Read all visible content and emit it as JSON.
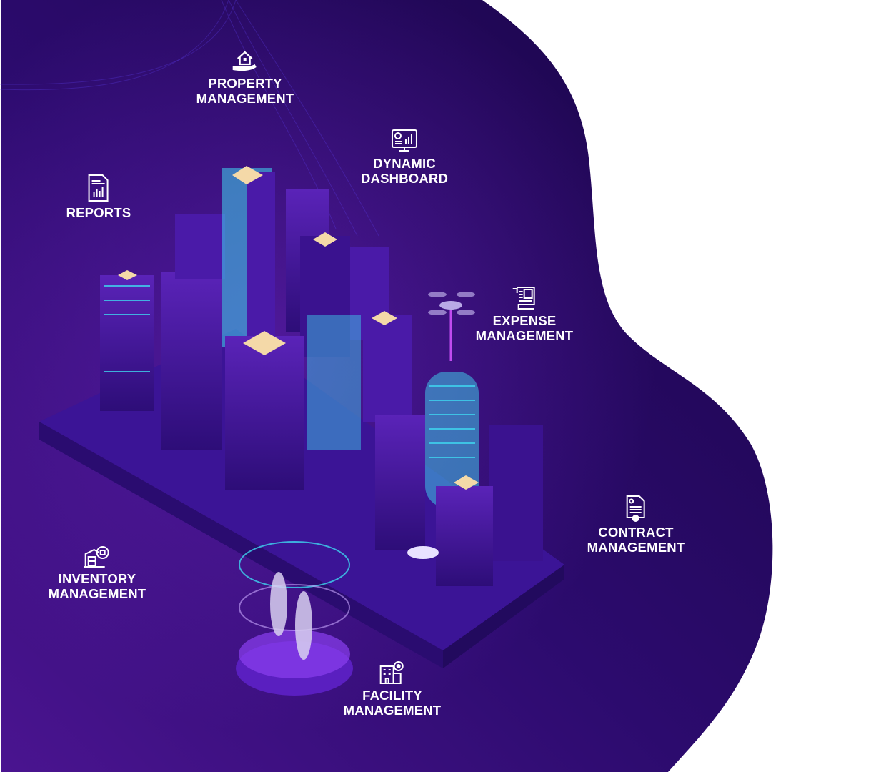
{
  "colors": {
    "blob_dark": "#1c0650",
    "blob_mid": "#2a0a6a",
    "blob_magenta": "#4a1490",
    "label": "#ffffff",
    "neon_cyan": "#3fd6f0",
    "neon_pink": "#c04bf0"
  },
  "features": [
    {
      "id": "property",
      "icon": "hand-house-icon",
      "line1": "PROPERTY",
      "line2": "MANAGEMENT"
    },
    {
      "id": "dashboard",
      "icon": "monitor-chart-icon",
      "line1": "DYNAMIC",
      "line2": "DASHBOARD"
    },
    {
      "id": "reports",
      "icon": "report-document-icon",
      "line1": "REPORTS",
      "line2": ""
    },
    {
      "id": "expense",
      "icon": "receipt-icon",
      "line1": "EXPENSE",
      "line2": "MANAGEMENT"
    },
    {
      "id": "contract",
      "icon": "contract-gear-icon",
      "line1": "CONTRACT",
      "line2": "MANAGEMENT"
    },
    {
      "id": "inventory",
      "icon": "inventory-warehouse-icon",
      "line1": "INVENTORY",
      "line2": "MANAGEMENT"
    },
    {
      "id": "facility",
      "icon": "facility-building-icon",
      "line1": "FACILITY",
      "line2": "MANAGEMENT"
    }
  ]
}
